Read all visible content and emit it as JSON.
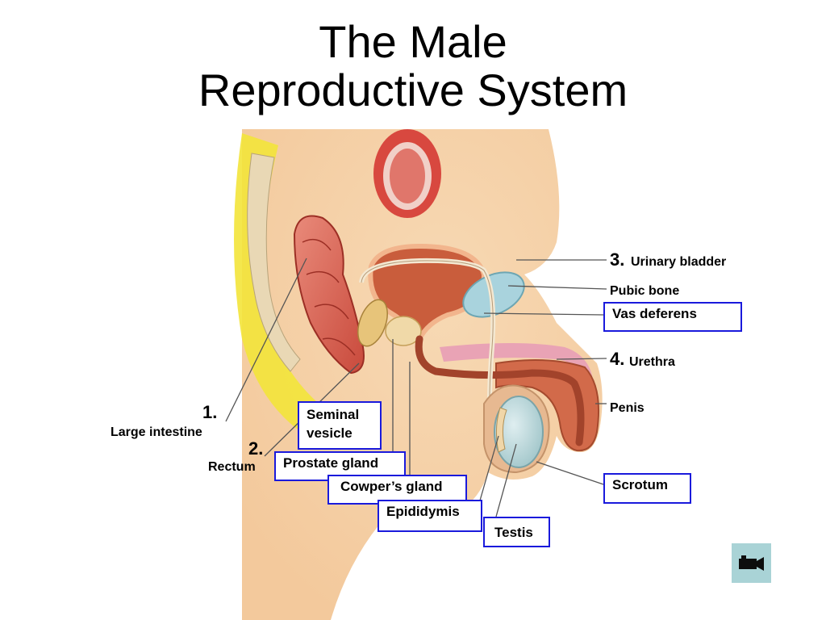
{
  "title": {
    "line1": "The Male",
    "line2": "Reproductive System"
  },
  "labels": {
    "large_intestine": {
      "number": "1.",
      "text": "Large intestine"
    },
    "rectum": {
      "number": "2.",
      "text": "Rectum"
    },
    "urinary_bladder": {
      "number": "3.",
      "text": "Urinary bladder"
    },
    "urethra": {
      "number": "4.",
      "text": "Urethra"
    },
    "pubic_bone": "Pubic bone",
    "penis": "Penis",
    "vas_deferens": "Vas deferens",
    "seminal_vesicle_line1": "Seminal",
    "seminal_vesicle_line2": "vesicle",
    "prostate_gland": "Prostate gland",
    "cowpers_gland": "Cowper’s gland",
    "epididymis": "Epididymis",
    "testis": "Testis",
    "scrotum": "Scrotum"
  },
  "nav": {
    "icon": "movie-camera-icon"
  }
}
